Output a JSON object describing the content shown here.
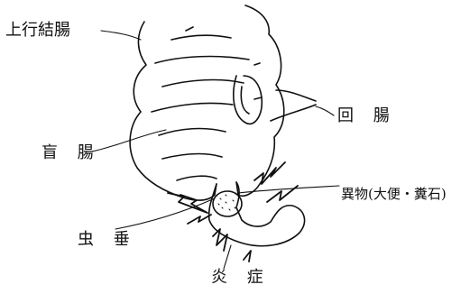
{
  "labels": {
    "ascending_colon": "上行結腸",
    "ileum": "回 腸",
    "cecum": "盲 腸",
    "foreign_body": "異物(大便・糞石)",
    "appendix": "虫 垂",
    "inflammation": "炎 症"
  },
  "colors": {
    "ink": "#111111",
    "background": "#ffffff"
  }
}
